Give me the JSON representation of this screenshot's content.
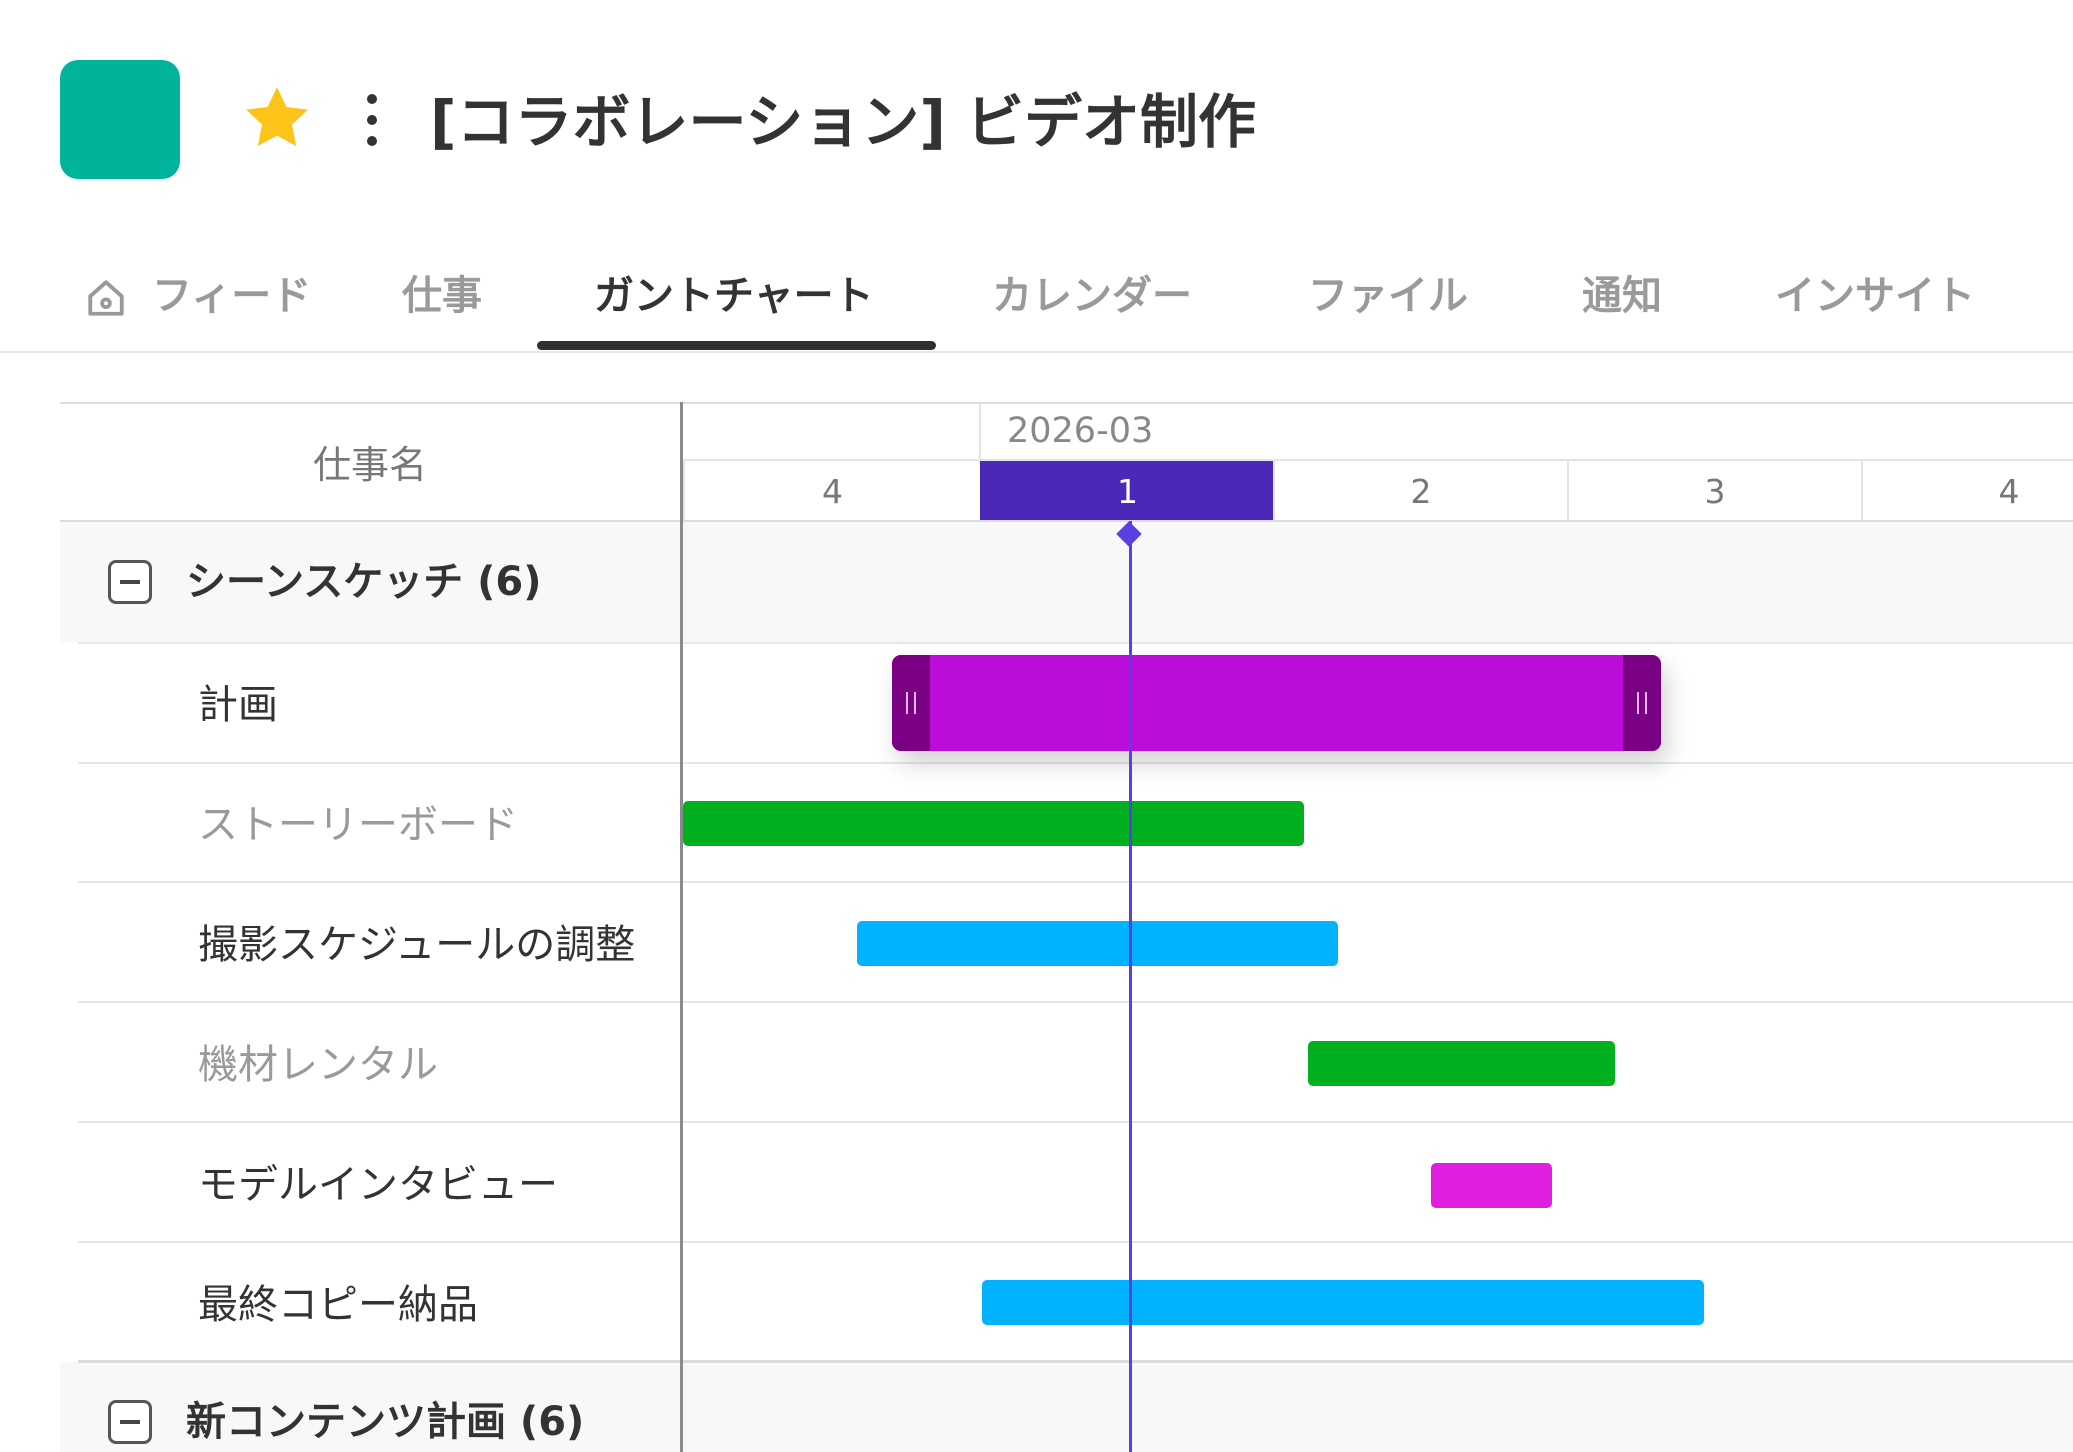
{
  "header": {
    "title": "[コラボレーション] ビデオ制作",
    "app_icon_color": "#00b39b",
    "icons": [
      "star-icon",
      "more-vertical-icon"
    ]
  },
  "tabs": [
    {
      "label": "フィード",
      "icon": "home-icon"
    },
    {
      "label": "仕事"
    },
    {
      "label": "ガントチャート",
      "active": true
    },
    {
      "label": "カレンダー"
    },
    {
      "label": "ファイル"
    },
    {
      "label": "通知"
    },
    {
      "label": "インサイト"
    }
  ],
  "gantt": {
    "task_column_header": "仕事名",
    "month": "2026-03",
    "days": [
      "4",
      "1",
      "2",
      "3",
      "4"
    ],
    "today": "1",
    "groups": [
      {
        "name": "シーンスケッチ (6)",
        "tasks": [
          {
            "name": "計画",
            "muted": false,
            "color": "#bb0cd9",
            "selected": true
          },
          {
            "name": "ストーリーボード",
            "muted": true,
            "color": "#00b01f"
          },
          {
            "name": "撮影スケジュールの調整",
            "muted": false,
            "color": "#00b2ff"
          },
          {
            "name": "機材レンタル",
            "muted": true,
            "color": "#00b01f"
          },
          {
            "name": "モデルインタビュー",
            "muted": false,
            "color": "#e01ee0"
          },
          {
            "name": "最終コピー納品",
            "muted": false,
            "color": "#00b2ff"
          }
        ]
      },
      {
        "name": "新コンテンツ計画 (6)",
        "tasks": []
      }
    ]
  },
  "colors": {
    "today_header": "#4b28b8",
    "today_line": "#5b3fe0",
    "selected_bar_handle": "#7a0084"
  }
}
